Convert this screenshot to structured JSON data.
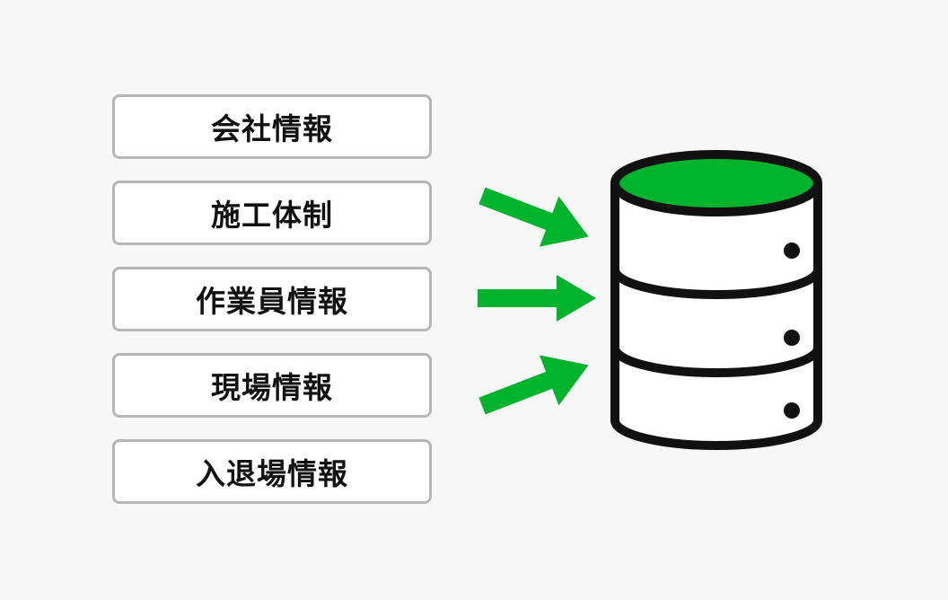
{
  "boxes": [
    {
      "label": "会社情報"
    },
    {
      "label": "施工体制"
    },
    {
      "label": "作業員情報"
    },
    {
      "label": "現場情報"
    },
    {
      "label": "入退場情報"
    }
  ],
  "colors": {
    "accent": "#00b32d",
    "box_border": "#b7b7b7",
    "background": "#f7f7f7",
    "stroke": "#111111"
  },
  "icons": {
    "arrows": "arrow-right-icon",
    "storage": "database-icon"
  }
}
